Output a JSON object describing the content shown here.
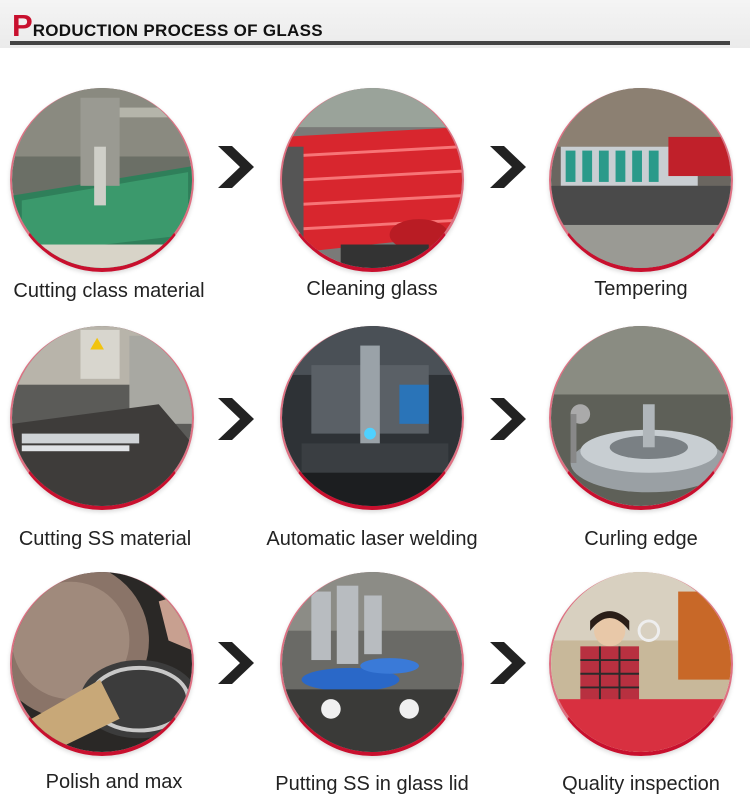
{
  "header": {
    "title_initial": "P",
    "title_rest": "RODUCTION PROCESS OF GLASS"
  },
  "steps": [
    {
      "caption": "Cutting class material",
      "icon": "glass-cutting-photo"
    },
    {
      "caption": "Cleaning glass",
      "icon": "glass-cleaning-photo"
    },
    {
      "caption": "Tempering",
      "icon": "tempering-photo"
    },
    {
      "caption": "Cutting SS material",
      "icon": "ss-cutting-photo"
    },
    {
      "caption": "Automatic laser welding",
      "icon": "laser-welding-photo"
    },
    {
      "caption": "Curling edge",
      "icon": "curling-edge-photo"
    },
    {
      "caption": "Polish and max",
      "icon": "polishing-photo"
    },
    {
      "caption": "Putting SS in glass lid",
      "icon": "assembly-photo"
    },
    {
      "caption": "Quality inspection",
      "icon": "inspection-photo"
    }
  ],
  "colors": {
    "accent": "#c8102e",
    "arrow": "#222222",
    "rule": "#444444"
  }
}
